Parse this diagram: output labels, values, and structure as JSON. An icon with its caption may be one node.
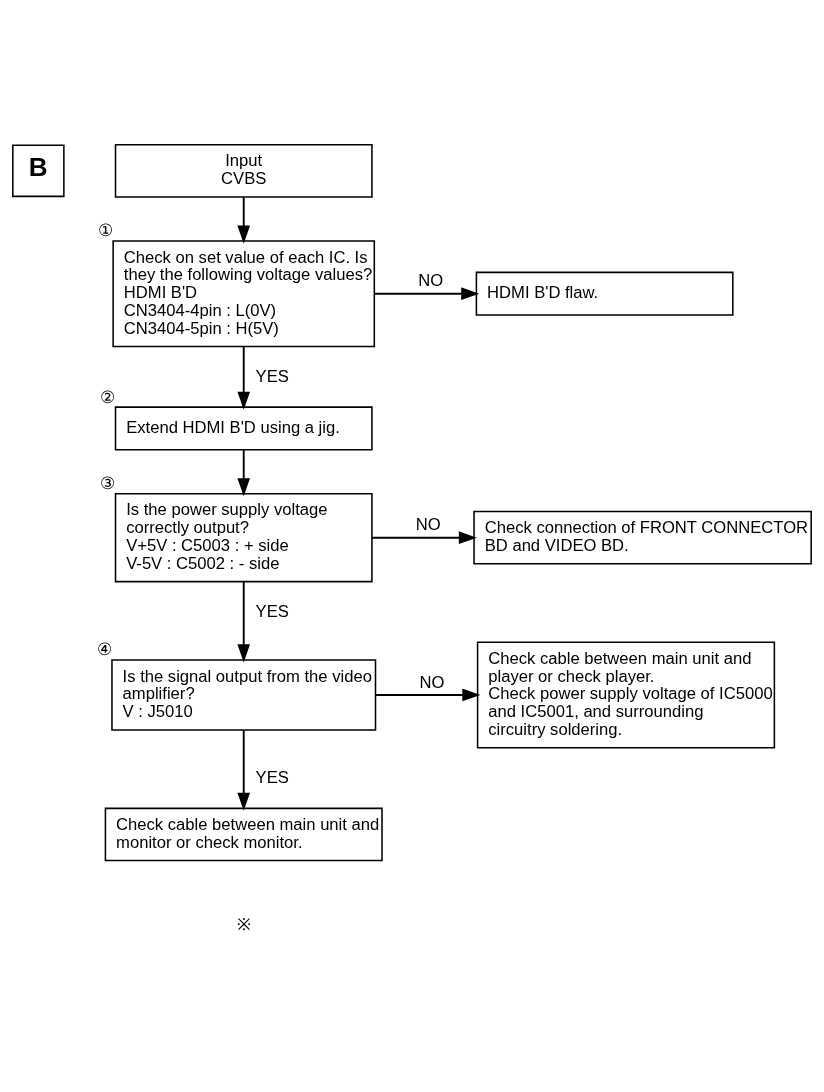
{
  "diagram": {
    "nodes": [
      {
        "text": [
          "B"
        ]
      },
      {
        "text": [
          "Input CVBS"
        ]
      },
      {
        "text": [
          "Check on set value of each IC. Is they the following voltage values?",
          "HDMI B'D",
          "CN3404-4pin : L(0V)",
          "CN3404-5pin : H(5V)"
        ],
        "beside": [
          "①"
        ]
      },
      {
        "text": [
          "HDMI B'D flaw."
        ]
      },
      {
        "text": [
          "Extend HDMI B'D using a jig."
        ],
        "beside": [
          "②"
        ]
      },
      {
        "text": [
          "Is the power supply voltage correctly output?",
          "V+5V : C5003 : + side",
          "V-5V : C5002 : - side"
        ],
        "beside": [
          "③"
        ]
      },
      {
        "text": [
          "Check connection of FRONT CONNECTOR BD and VIDEO BD."
        ]
      },
      {
        "text": [
          "Is the signal output from the video amplifier?",
          "V : J5010"
        ],
        "beside": [
          "④"
        ]
      },
      {
        "text": [
          "Check cable between main unit and player or check player.",
          "Check power supply voltage of IC5000 and IC5001, and surrounding circuitry soldering."
        ]
      },
      {
        "text": [
          "Check cable between main unit and monitor or check monitor."
        ]
      }
    ],
    "edges": [
      {
        "from": 1,
        "to": 2,
        "arrow": "to"
      },
      {
        "from": 2,
        "to": 3,
        "arrow": "to",
        "label": "NO"
      },
      {
        "from": 2,
        "to": 4,
        "arrow": "to",
        "label": "YES"
      },
      {
        "from": 4,
        "to": 5,
        "arrow": "to"
      },
      {
        "from": 5,
        "to": 6,
        "arrow": "to",
        "label": "NO"
      },
      {
        "from": 5,
        "to": 7,
        "arrow": "to",
        "label": "YES"
      },
      {
        "from": 7,
        "to": 8,
        "arrow": "to",
        "label": "NO"
      },
      {
        "from": 7,
        "to": 9,
        "arrow": "to",
        "label": "YES"
      }
    ],
    "labels": [
      "※"
    ]
  }
}
